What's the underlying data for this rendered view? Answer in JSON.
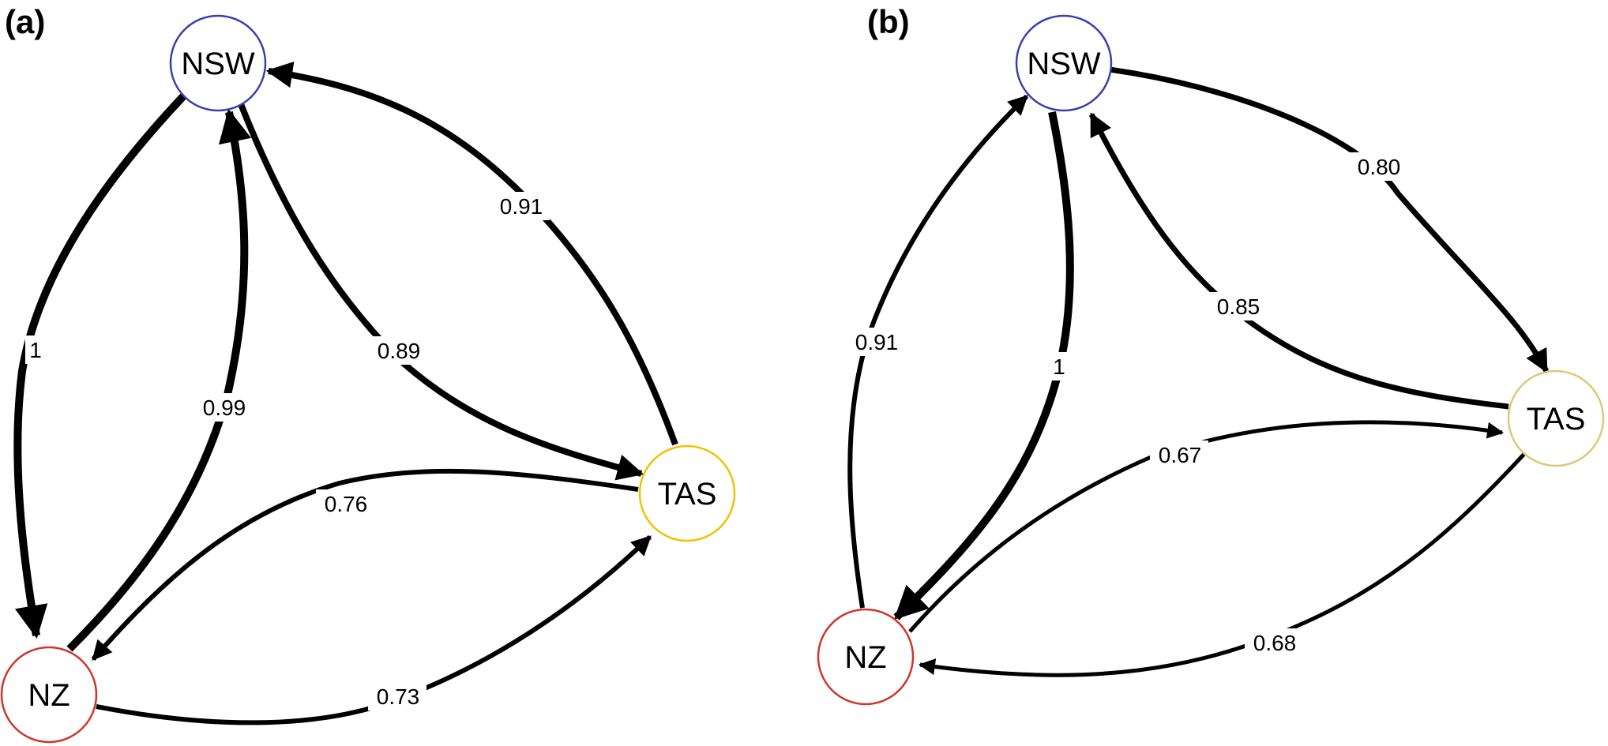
{
  "panels": [
    {
      "label": "(a)",
      "nodes": [
        {
          "id": "NSW",
          "label": "NSW",
          "color": "#3b3fae"
        },
        {
          "id": "TAS",
          "label": "TAS",
          "color": "#f2c200"
        },
        {
          "id": "NZ",
          "label": "NZ",
          "color": "#d0342c"
        }
      ],
      "edges": [
        {
          "from": "NSW",
          "to": "NZ",
          "weight": 1,
          "label": "1"
        },
        {
          "from": "NZ",
          "to": "NSW",
          "weight": 0.99,
          "label": "0.99"
        },
        {
          "from": "NSW",
          "to": "TAS",
          "weight": 0.89,
          "label": "0.89"
        },
        {
          "from": "TAS",
          "to": "NSW",
          "weight": 0.91,
          "label": "0.91"
        },
        {
          "from": "TAS",
          "to": "NZ",
          "weight": 0.76,
          "label": "0.76"
        },
        {
          "from": "NZ",
          "to": "TAS",
          "weight": 0.73,
          "label": "0.73"
        }
      ]
    },
    {
      "label": "(b)",
      "nodes": [
        {
          "id": "NSW",
          "label": "NSW",
          "color": "#3b3fae"
        },
        {
          "id": "TAS",
          "label": "TAS",
          "color": "#dcc87a"
        },
        {
          "id": "NZ",
          "label": "NZ",
          "color": "#d0342c"
        }
      ],
      "edges": [
        {
          "from": "NZ",
          "to": "NSW",
          "weight": 0.91,
          "label": "0.91"
        },
        {
          "from": "NSW",
          "to": "NZ",
          "weight": 1,
          "label": "1"
        },
        {
          "from": "NSW",
          "to": "TAS",
          "weight": 0.8,
          "label": "0.80"
        },
        {
          "from": "TAS",
          "to": "NSW",
          "weight": 0.85,
          "label": "0.85"
        },
        {
          "from": "NZ",
          "to": "TAS",
          "weight": 0.67,
          "label": "0.67"
        },
        {
          "from": "TAS",
          "to": "NZ",
          "weight": 0.68,
          "label": "0.68"
        }
      ]
    }
  ]
}
